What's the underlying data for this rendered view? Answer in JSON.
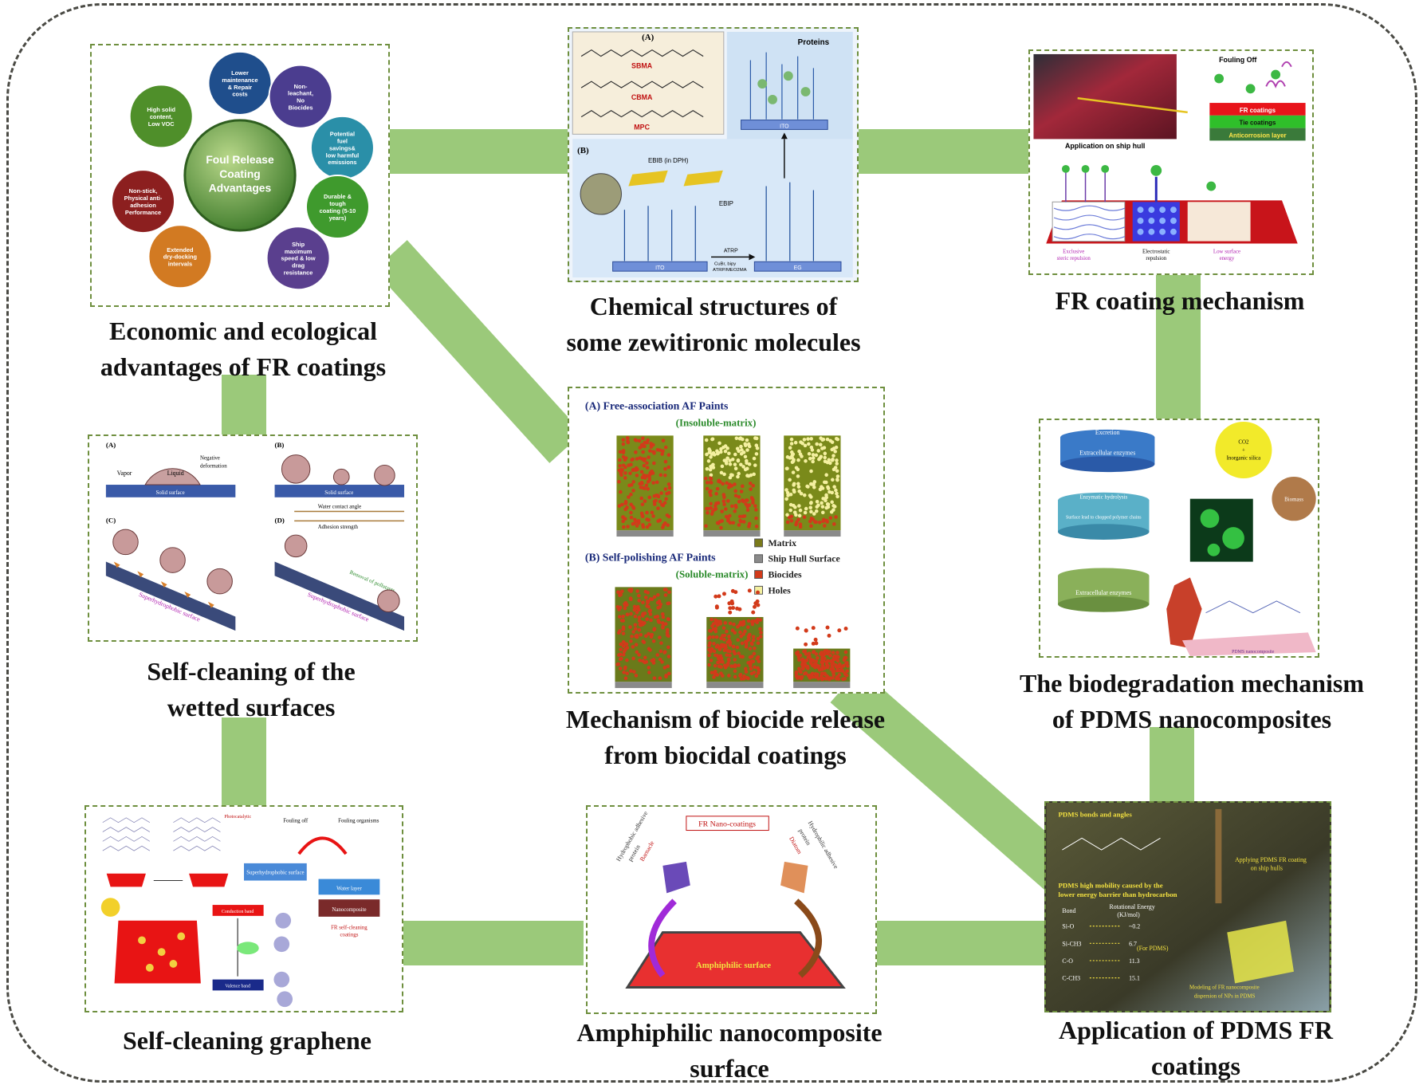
{
  "captions": {
    "economic": [
      "Economic and ecological",
      "advantages of FR coatings"
    ],
    "chemical": [
      "Chemical structures of",
      "some zewitironic molecules"
    ],
    "fr_mechanism": "FR coating mechanism",
    "biocide": [
      "Mechanism of biocide release",
      "from biocidal coatings"
    ],
    "self_cleaning_wetted": [
      "Self-cleaning of the",
      "wetted surfaces"
    ],
    "biodegradation": [
      "The biodegradation mechanism",
      "of PDMS nanocomposites"
    ],
    "graphene": "Self-cleaning graphene",
    "amphiphilic": [
      "Amphiphilic nanocomposite",
      "surface"
    ],
    "pdms": [
      "Application of PDMS FR",
      "coatings"
    ]
  },
  "advantages": {
    "center": [
      "Foul Release",
      "Coating",
      "Advantages"
    ],
    "items": [
      {
        "text": [
          "Lower",
          "maintenance",
          "& Repair",
          "costs"
        ],
        "color": "#1f4e8c"
      },
      {
        "text": [
          "Non-",
          "leachant,",
          "No",
          "Biocides"
        ],
        "color": "#4b3d8f"
      },
      {
        "text": [
          "Potential",
          "fuel",
          "savings&",
          "low harmful",
          "emissions"
        ],
        "color": "#2a8fa8"
      },
      {
        "text": [
          "Durable &",
          "tough",
          "coating (5-10",
          "years)"
        ],
        "color": "#3f9a2d"
      },
      {
        "text": [
          "Ship",
          "maximum",
          "speed & low",
          "drag",
          "resistance"
        ],
        "color": "#5a3f8e"
      },
      {
        "text": [
          "Extended",
          "dry-docking",
          "intervals"
        ],
        "color": "#d27a22"
      },
      {
        "text": [
          "Non-stick,",
          "Physical anti-",
          "adhesion",
          "Performance"
        ],
        "color": "#8c1f1f"
      },
      {
        "text": [
          "High solid",
          "content,",
          "Low VOC"
        ],
        "color": "#4f8f2a"
      }
    ]
  },
  "chemical": {
    "label_a": "(A)",
    "label_b": "(B)",
    "molecules": [
      "SBMA",
      "CBMA",
      "MPC"
    ],
    "proteins": "Proteins",
    "ito": "ITO",
    "eg": "EG",
    "atrp": "ATRP",
    "atrp_cond": "CuBr, bipy",
    "atrp_cond2": "ATRP/MEO2MA",
    "ebib": "EBIB (in DPH)",
    "ebip": "EBIP"
  },
  "fr_mech": {
    "fouling_off": "Fouling Off",
    "layers": [
      "FR coatings",
      "Tie coatings",
      "Anticorrosion layer"
    ],
    "ship_label": "Application on ship hull",
    "bottom": [
      [
        "Exclusive",
        "steric repulsion"
      ],
      [
        "Electrostatic",
        "repulsion"
      ],
      [
        "Low surface",
        "energy"
      ]
    ]
  },
  "biocide": {
    "title_a": "(A) Free-association AF Paints",
    "sub_a": "(Insoluble-matrix)",
    "title_b": "(B) Self-polishing AF Paints",
    "sub_b": "(Soluble-matrix)",
    "legend": [
      {
        "label": "Matrix",
        "color": "#7a7a1a"
      },
      {
        "label": "Ship Hull Surface",
        "color": "#8a8a8a"
      },
      {
        "label": "Biocides",
        "color": "#d23a1a"
      },
      {
        "label": "Holes",
        "color": "#f4f0a0"
      }
    ]
  },
  "wetted": {
    "labels": [
      "(A)",
      "(B)",
      "(C)",
      "(D)"
    ],
    "vapor": "Vapor",
    "liquid": "Liquid",
    "solid": "Solid surface",
    "negative": "Negative",
    "deformation": "deformation",
    "contact_angle": "Water contact angle",
    "adhesion": "Adhesion strength",
    "superhydro": "Superhydrophobic surface",
    "removal": "Removal of pollutants"
  },
  "biodeg": {
    "co2": [
      "CO2",
      "+",
      "Inorganic silica"
    ],
    "boxes": [
      "Extracellular enzymes",
      "Surface lead to chopped polymer chains",
      "Extracellular enzymes"
    ],
    "tops": [
      "Excretion",
      "Enzymatic hydrolysis"
    ],
    "biomass": "Biomass",
    "pdms": "PDMS nanocomposite"
  },
  "graphene": {
    "fouling_off": "Fouling off",
    "fouling_organisms": "Fouling organisms",
    "superhydro": "Superhydrophobic surface",
    "water_layer": "Water layer",
    "conduction": "Conduction band",
    "valence": "Valence band",
    "nanocomposite": "Nanocomposite",
    "fr": [
      "FR self-cleaning",
      "coatings"
    ],
    "photo": "Photocatalytic"
  },
  "amph": {
    "title": "FR Nano-coatings",
    "surface": "Amphiphilic surface",
    "left": [
      "Hydrophobic adhesive",
      "protein",
      "Barnacle"
    ],
    "right": [
      "Hydrophilic adhesive",
      "protein",
      "Diatom"
    ]
  },
  "pdms_panel": {
    "title": "PDMS bonds and angles",
    "text1": [
      "PDMS high mobility caused by the",
      "lower energy barrier than hydrocarbon"
    ],
    "bond_hdr": [
      "Bond",
      "Rotational Energy",
      "(KJ/mol)"
    ],
    "bonds": [
      {
        "bond": "Si-O",
        "val": "~0.2"
      },
      {
        "bond": "Si-CH3",
        "val": "6.7"
      },
      {
        "bond": "C-O",
        "val": "11.3"
      },
      {
        "bond": "C-CH3",
        "val": "15.1"
      }
    ],
    "for_pdms": "(For PDMS)",
    "fr_label": [
      "Applying PDMS FR coating",
      "on ship hulls"
    ],
    "model": [
      "Modeling of FR nanocomposite",
      "dispersion of NPs in PDMS"
    ]
  },
  "colors": {
    "connector": "#9bc97a",
    "panel_border": "#6e8f3e",
    "frame": "#4a4a44"
  }
}
